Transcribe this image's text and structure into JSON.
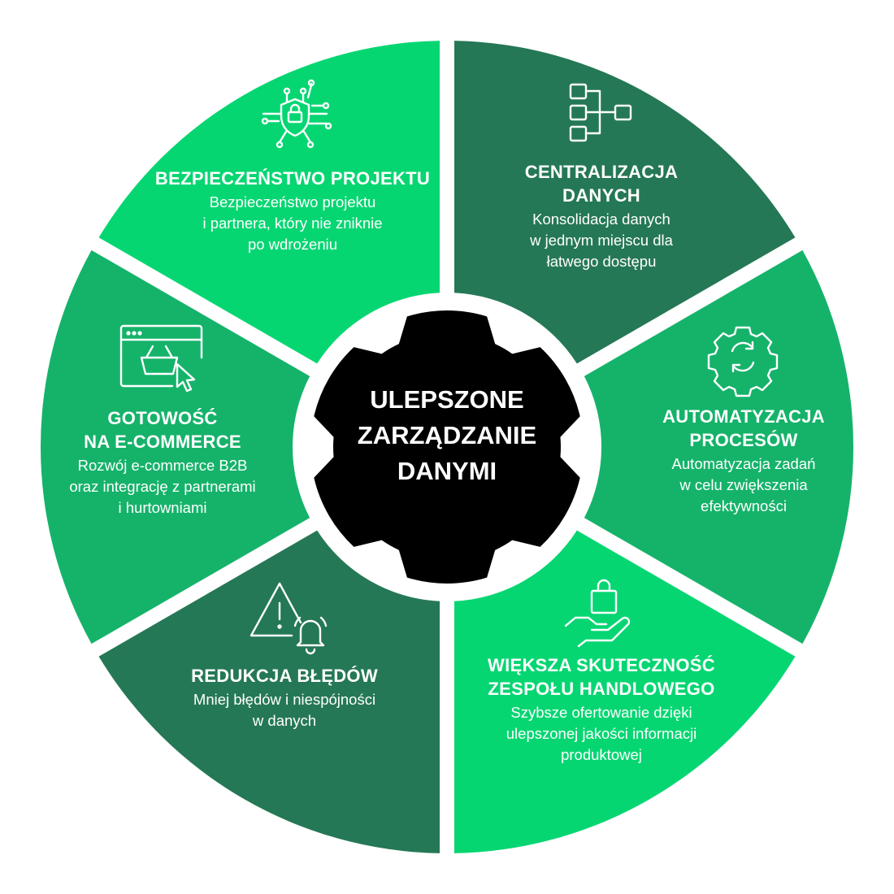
{
  "colors": {
    "light_green": "#06d672",
    "medium_green": "#15b36a",
    "dark_green": "#257855",
    "center": "#000000",
    "separator": "#ffffff"
  },
  "center": {
    "title": "ULEPSZONE\nZARZĄDZANIE\nDANYMI"
  },
  "segments": [
    {
      "id": "centralizacja",
      "icon": "hierarchy-diagram-icon",
      "title": "CENTRALIZACJA\nDANYCH",
      "description": "Konsolidacja danych\nw jednym miejscu dla\nłatwego dostępu"
    },
    {
      "id": "automatyzacja",
      "icon": "gear-refresh-icon",
      "title": "AUTOMATYZACJA\nPROCESÓW",
      "description": "Automatyzacja zadań\nw celu zwiększenia\nefektywności"
    },
    {
      "id": "skutecznosc",
      "icon": "hand-shopping-bag-icon",
      "title": "WIĘKSZA SKUTECZNOŚĆ\nZESPOŁU HANDLOWEGO",
      "description": "Szybsze ofertowanie dzięki\nulepszonej jakości informacji\nproduktowej"
    },
    {
      "id": "redukcja",
      "icon": "warning-bell-icon",
      "title": "REDUKCJA BŁĘDÓW",
      "description": "Mniej błędów i niespójności\nw danych"
    },
    {
      "id": "ecommerce",
      "icon": "browser-basket-cursor-icon",
      "title": "GOTOWOŚĆ\nNA E-COMMERCE",
      "description": "Rozwój e-commerce B2B\noraz integrację z partnerami\ni hurtowniami"
    },
    {
      "id": "bezpieczenstwo",
      "icon": "network-shield-lock-icon",
      "title": "BEZPIECZEŃSTWO PROJEKTU",
      "description": "Bezpieczeństwo projektu\ni partnera, który nie zniknie\npo wdrożeniu"
    }
  ]
}
